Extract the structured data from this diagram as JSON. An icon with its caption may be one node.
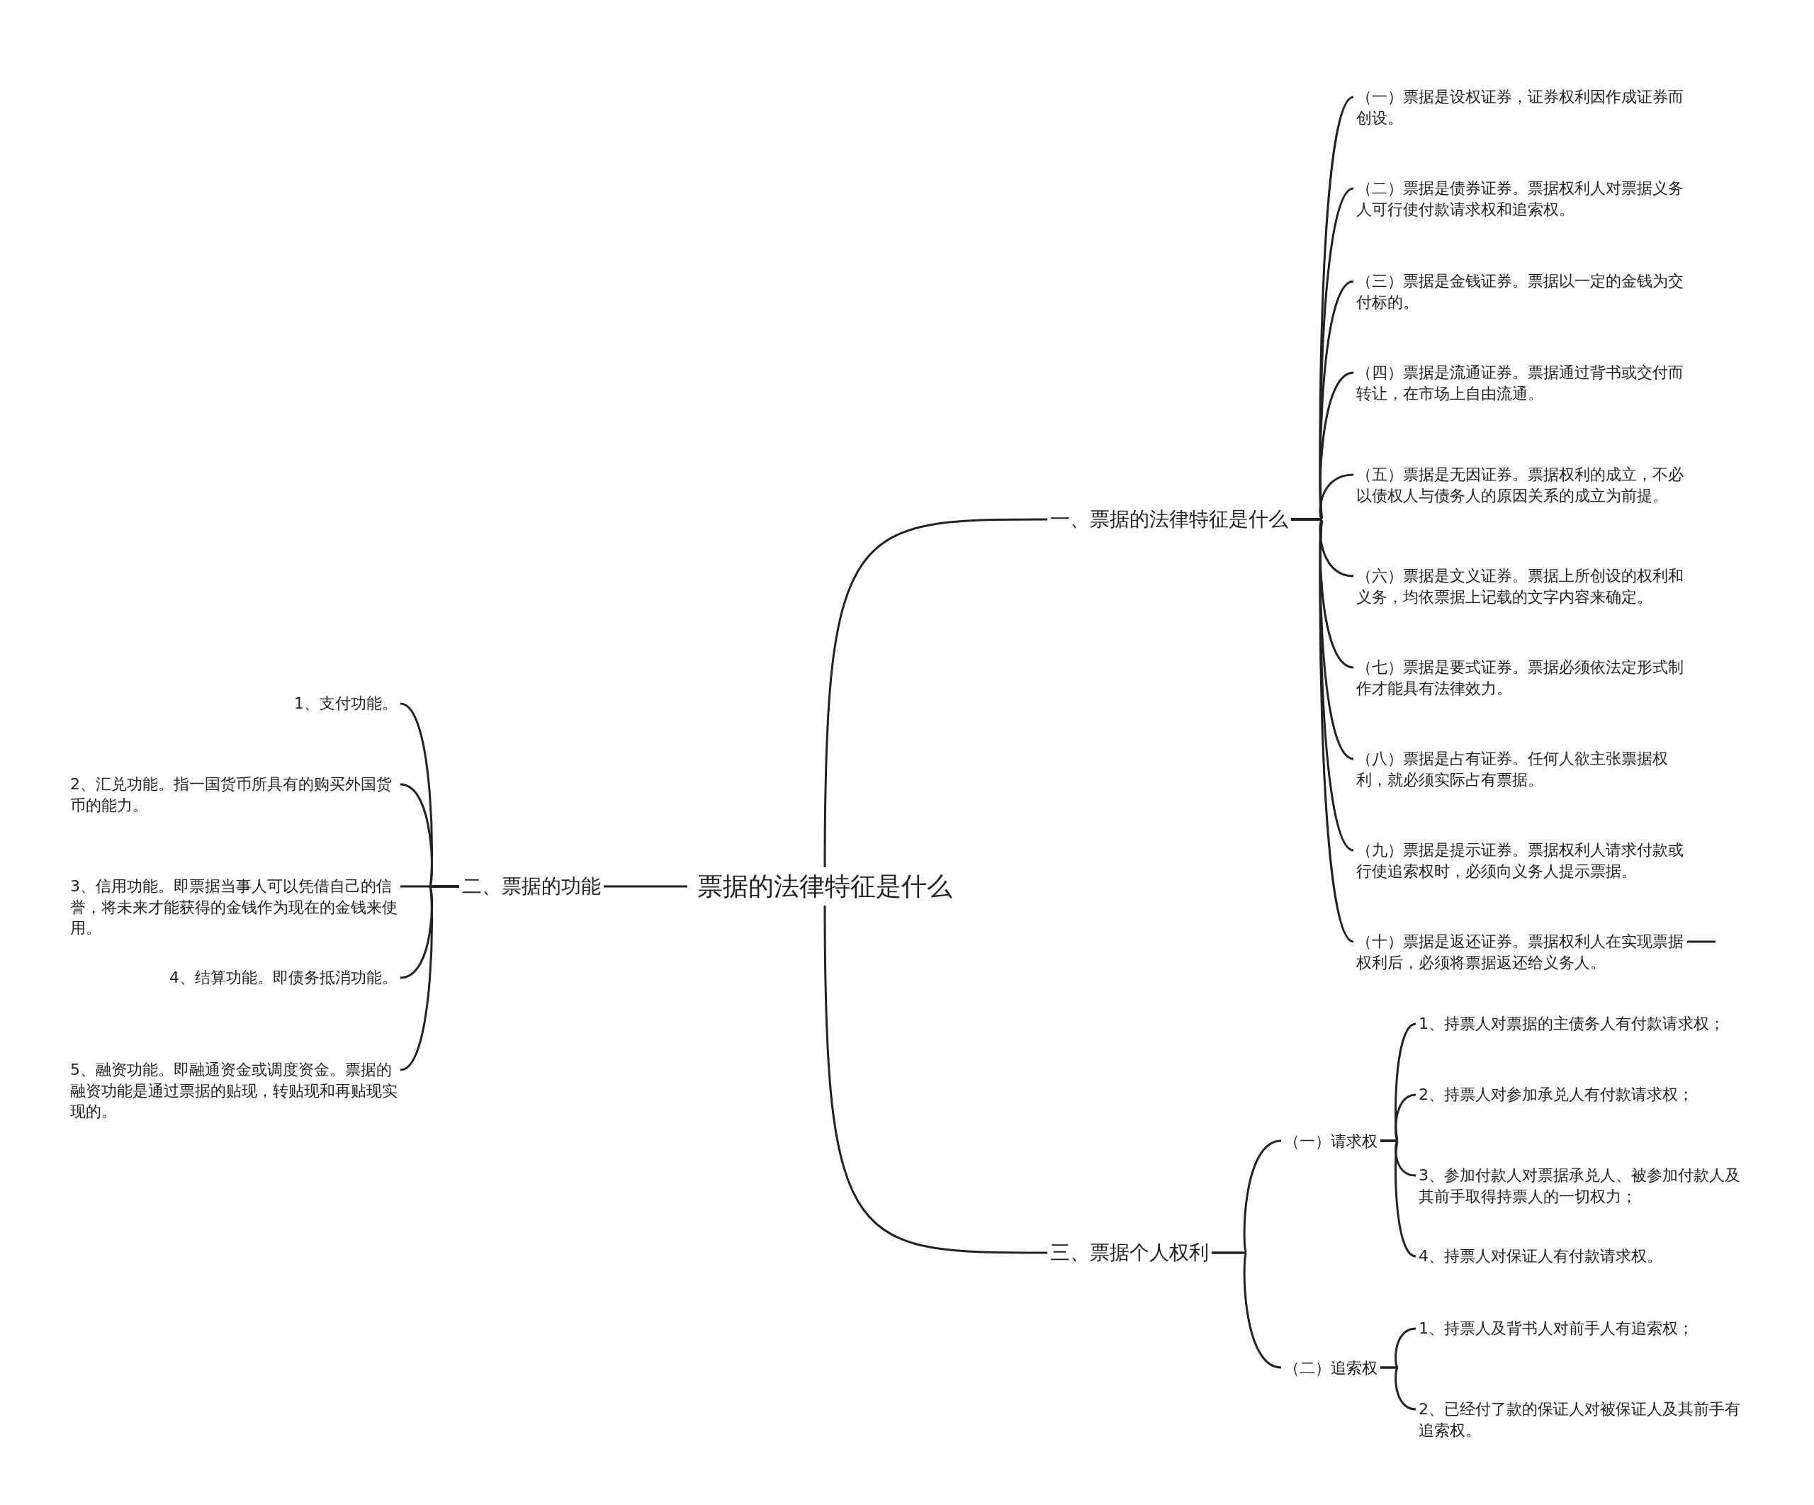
{
  "diagram": {
    "nodes": [
      {
        "text": [
          "票据的法律特征是什么"
        ]
      },
      {
        "text": [
          "一、票据的法律特征是什么"
        ]
      },
      {
        "text": [
          "（一）票据是设权证券，证券权利因作成证券而创设。"
        ]
      },
      {
        "text": [
          "（二）票据是债券证券。票据权利人对票据义务人可行使付款请求权和追索权。"
        ]
      },
      {
        "text": [
          "（三）票据是金钱证券。票据以一定的金钱为交付标的。"
        ]
      },
      {
        "text": [
          "（四）票据是流通证券。票据通过背书或交付而转让，在市场上自由流通。"
        ]
      },
      {
        "text": [
          "（五）票据是无因证券。票据权利的成立，不必以债权人与债务人的原因关系的成立为前提。"
        ]
      },
      {
        "text": [
          "（六）票据是文义证券。票据上所创设的权利和义务，均依票据上记载的文字内容来确定。"
        ]
      },
      {
        "text": [
          "（七）票据是要式证券。票据必须依法定形式制作才能具有法律效力。"
        ]
      },
      {
        "text": [
          "（八）票据是占有证券。任何人欲主张票据权利，就必须实际占有票据。"
        ]
      },
      {
        "text": [
          "（九）票据是提示证券。票据权利人请求付款或行使追索权时，必须向义务人提示票据。"
        ]
      },
      {
        "text": [
          "（十）票据是返还证券。票据权利人在实现票据权利后，必须将票据返还给义务人。"
        ]
      },
      {
        "text": [
          "二、票据的功能"
        ]
      },
      {
        "text": [
          "1、支付功能。"
        ]
      },
      {
        "text": [
          "2、汇兑功能。指一国货币所具有的购买外国货币的能力。"
        ]
      },
      {
        "text": [
          "3、信用功能。即票据当事人可以凭借自己的信誉，将未来才能获得的金钱作为现在的金钱来使用。"
        ]
      },
      {
        "text": [
          "4、结算功能。即债务抵消功能。"
        ]
      },
      {
        "text": [
          "5、融资功能。即融通资金或调度资金。票据的融资功能是通过票据的贴现，转贴现和再贴现实现的。"
        ]
      },
      {
        "text": [
          "三、票据个人权利"
        ]
      },
      {
        "text": [
          "（一）请求权"
        ]
      },
      {
        "text": [
          "1、持票人对票据的主债务人有付款请求权；"
        ]
      },
      {
        "text": [
          "2、持票人对参加承兑人有付款请求权；"
        ]
      },
      {
        "text": [
          "3、参加付款人对票据承兑人、被参加付款人及其前手取得持票人的一切权力；"
        ]
      },
      {
        "text": [
          "4、持票人对保证人有付款请求权。"
        ]
      },
      {
        "text": [
          "（二）追索权"
        ]
      },
      {
        "text": [
          "1、持票人及背书人对前手人有追索权；"
        ]
      },
      {
        "text": [
          "2、已经付了款的保证人对被保证人及其前手有追索权。"
        ]
      }
    ],
    "edges": [
      {
        "from": 0,
        "to": 1,
        "arrow": "none"
      },
      {
        "from": 1,
        "to": 2,
        "arrow": "none"
      },
      {
        "from": 1,
        "to": 3,
        "arrow": "none"
      },
      {
        "from": 1,
        "to": 4,
        "arrow": "none"
      },
      {
        "from": 1,
        "to": 5,
        "arrow": "none"
      },
      {
        "from": 1,
        "to": 6,
        "arrow": "none"
      },
      {
        "from": 1,
        "to": 7,
        "arrow": "none"
      },
      {
        "from": 1,
        "to": 8,
        "arrow": "none"
      },
      {
        "from": 1,
        "to": 9,
        "arrow": "none"
      },
      {
        "from": 1,
        "to": 10,
        "arrow": "none"
      },
      {
        "from": 1,
        "to": 11,
        "arrow": "none"
      },
      {
        "from": 0,
        "to": 12,
        "arrow": "none"
      },
      {
        "from": 12,
        "to": 13,
        "arrow": "none"
      },
      {
        "from": 12,
        "to": 14,
        "arrow": "none"
      },
      {
        "from": 12,
        "to": 15,
        "arrow": "none"
      },
      {
        "from": 12,
        "to": 16,
        "arrow": "none"
      },
      {
        "from": 12,
        "to": 17,
        "arrow": "none"
      },
      {
        "from": 0,
        "to": 18,
        "arrow": "none"
      },
      {
        "from": 18,
        "to": 19,
        "arrow": "none"
      },
      {
        "from": 19,
        "to": 20,
        "arrow": "none"
      },
      {
        "from": 19,
        "to": 21,
        "arrow": "none"
      },
      {
        "from": 19,
        "to": 22,
        "arrow": "none"
      },
      {
        "from": 19,
        "to": 23,
        "arrow": "none"
      },
      {
        "from": 18,
        "to": 24,
        "arrow": "none"
      },
      {
        "from": 24,
        "to": 25,
        "arrow": "none"
      },
      {
        "from": 24,
        "to": 26,
        "arrow": "none"
      }
    ]
  }
}
